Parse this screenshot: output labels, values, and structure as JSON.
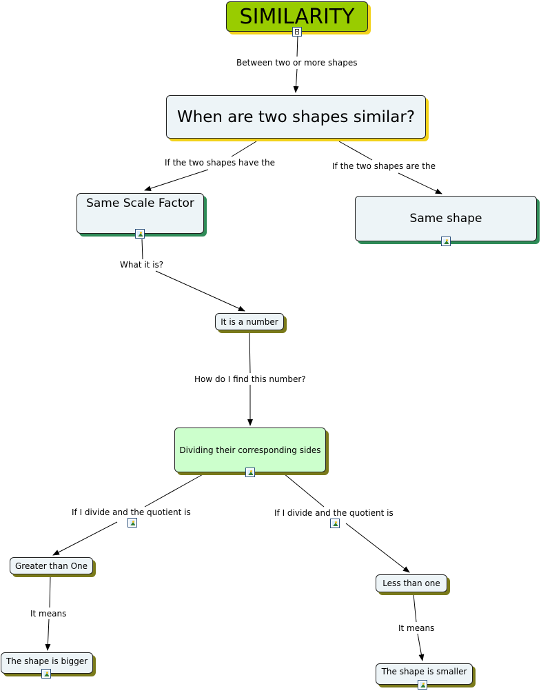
{
  "nodes": {
    "similarity": "SIMILARITY",
    "question": "When are two shapes similar?",
    "scale_factor": "Same Scale Factor",
    "same_shape": "Same shape",
    "number": "It is a number",
    "dividing": "Dividing their corresponding sides",
    "greater": "Greater than One",
    "less": "Less than one",
    "bigger": "The shape is bigger",
    "smaller": "The shape is smaller"
  },
  "links": {
    "between": "Between two or more shapes",
    "have_the": "If the two shapes have the",
    "are_the": "If the two shapes are the",
    "what_it_is": "What it is?",
    "how_find": "How do I find this number?",
    "divide_left": "If I divide and the quotient is",
    "divide_right": "If I divide and the quotient is",
    "means_left": "It means",
    "means_right": "It means"
  },
  "icons": {
    "root": "document-icon",
    "resource": "image-icon"
  },
  "colors": {
    "root_fill": "#99cc00",
    "node_fill": "#edf4f7",
    "highlight_fill": "#ccffcc",
    "shadow_yellow": "#f2d21a",
    "shadow_green": "#2e8b57",
    "shadow_olive": "#7a7a1a"
  }
}
